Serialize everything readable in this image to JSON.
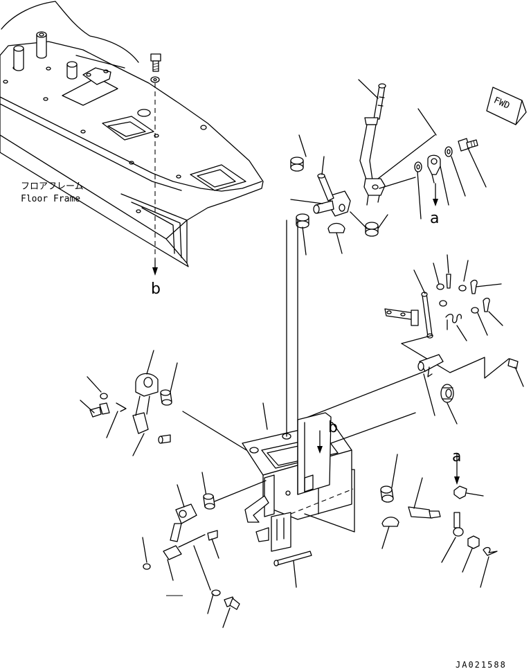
{
  "labels": {
    "floor_frame_jp": "フロアフレーム",
    "floor_frame_en": "Floor Frame",
    "fwd": "FWD",
    "ref_a_top": "a",
    "ref_a_bottom": "a",
    "ref_b_left": "b",
    "ref_b_center": "b",
    "drawing_code": "JA021588"
  }
}
